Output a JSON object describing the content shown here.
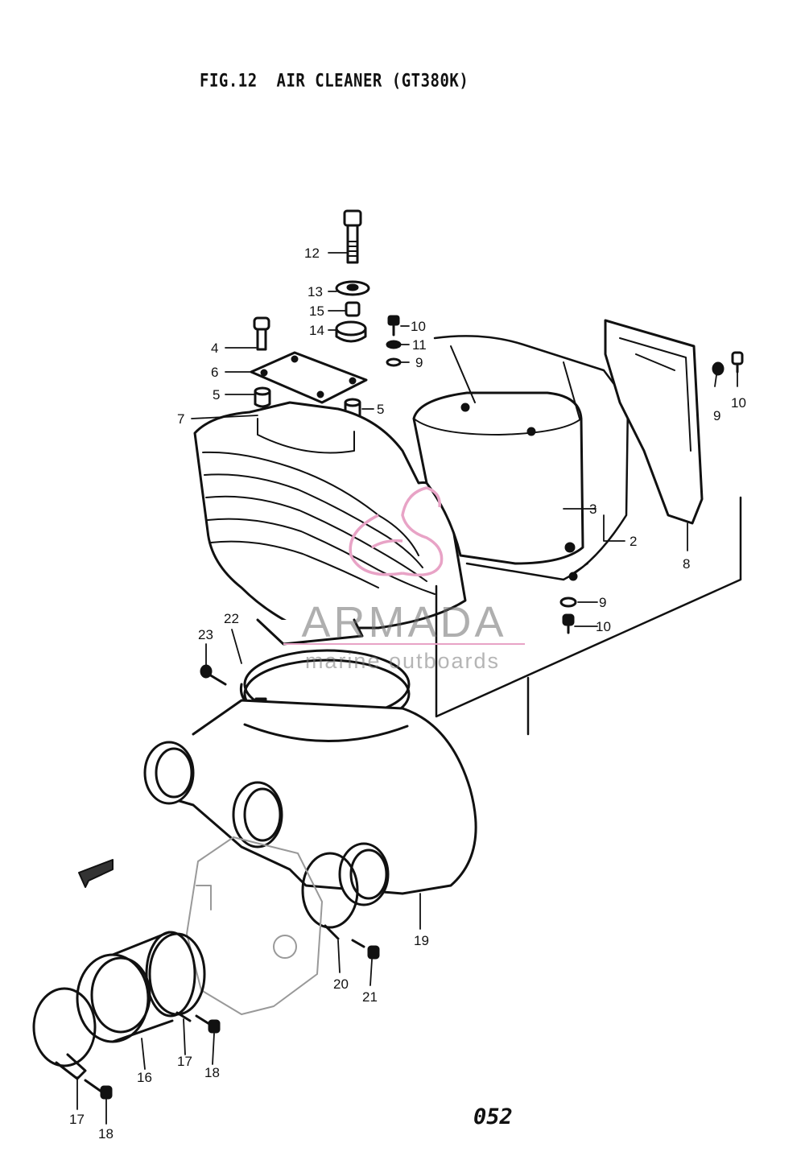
{
  "figure": {
    "title": "FIG.12  AIR CLEANER (GT380K)",
    "page_number": "052"
  },
  "watermark": {
    "brand": "ARMADA",
    "tagline": "marine outboards",
    "logo_color": "#e8a3c6"
  },
  "callouts": [
    {
      "id": "c12",
      "text": "12"
    },
    {
      "id": "c13",
      "text": "13"
    },
    {
      "id": "c15",
      "text": "15"
    },
    {
      "id": "c14",
      "text": "14"
    },
    {
      "id": "c10a",
      "text": "10"
    },
    {
      "id": "c11",
      "text": "11"
    },
    {
      "id": "c9a",
      "text": "9"
    },
    {
      "id": "c4",
      "text": "4"
    },
    {
      "id": "c6",
      "text": "6"
    },
    {
      "id": "c5a",
      "text": "5"
    },
    {
      "id": "c5b",
      "text": "5"
    },
    {
      "id": "c7",
      "text": "7"
    },
    {
      "id": "c9b",
      "text": "9"
    },
    {
      "id": "c10b",
      "text": "10"
    },
    {
      "id": "c3",
      "text": "3"
    },
    {
      "id": "c2",
      "text": "2"
    },
    {
      "id": "c8",
      "text": "8"
    },
    {
      "id": "c9c",
      "text": "9"
    },
    {
      "id": "c10c",
      "text": "10"
    },
    {
      "id": "c23",
      "text": "23"
    },
    {
      "id": "c22",
      "text": "22"
    },
    {
      "id": "c19",
      "text": "19"
    },
    {
      "id": "c20",
      "text": "20"
    },
    {
      "id": "c21",
      "text": "21"
    },
    {
      "id": "c16",
      "text": "16"
    },
    {
      "id": "c17a",
      "text": "17"
    },
    {
      "id": "c18a",
      "text": "18"
    },
    {
      "id": "c17b",
      "text": "17"
    },
    {
      "id": "c18b",
      "text": "18"
    }
  ]
}
